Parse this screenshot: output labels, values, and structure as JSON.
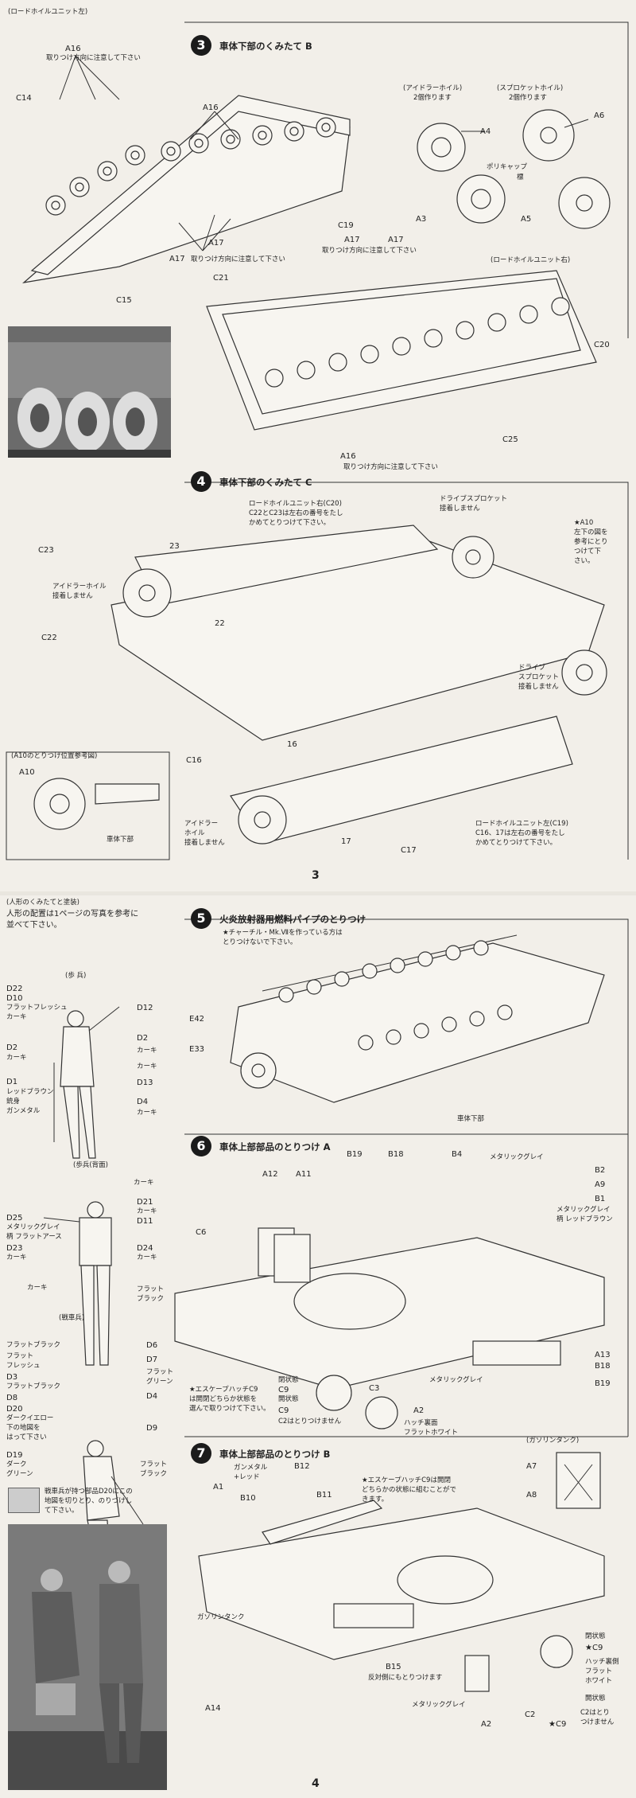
{
  "page3": {
    "page_number": "3",
    "road_wheel_unit_left_caption": "(ロードホイルユニット左)",
    "step3": {
      "number": "3",
      "title": "車体下部のくみたて B",
      "idler_caption": "(アイドラーホイル)",
      "idler_count": "2個作ります",
      "sprocket_caption": "(スプロケットホイル)",
      "sprocket_count": "2個作ります",
      "poly_cap": "ポリキャップ",
      "poly_cap_2": "標",
      "road_wheel_unit_right_caption": "(ロードホイルユニット右)",
      "attach_note": "取りつけ方向に注意して下さい",
      "labels": {
        "a16": "A16",
        "c14": "C14",
        "c15": "C15",
        "c19": "C19",
        "a17": "A17",
        "a4": "A4",
        "a6": "A6",
        "a3": "A3",
        "a5": "A5",
        "c21": "C21",
        "c20": "C20",
        "c25": "C25"
      }
    },
    "step4": {
      "number": "4",
      "title": "車体下部のくみたて C",
      "c20_note_1": "ロードホイルユニット右(C20)",
      "c20_note_2": "C22とC23は左右の番号をたし",
      "c20_note_3": "かめてとりつけて下さい。",
      "drive_sprocket_1": "ドライブスプロケット",
      "drive_sprocket_2": "接着しません",
      "a10_note_1": "★A10",
      "a10_note_2": "左下の図を",
      "a10_note_3": "参考にとり",
      "a10_note_4": "つけて下",
      "a10_note_5": "さい。",
      "idler_note_1": "アイドラーホイル",
      "idler_note_2": "接着しません",
      "drive_sprocket_b_1": "ドライブ",
      "drive_sprocket_b_2": "スプロケット",
      "drive_sprocket_b_3": "接着しません",
      "a10_position_caption": "(A10のとりつけ位置参考図)",
      "hull_lower": "車体下部",
      "idler_wheel_b_1": "アイドラー",
      "idler_wheel_b_2": "ホイル",
      "idler_wheel_b_3": "接着しません",
      "c19_note_1": "ロードホイルユニット左(C19)",
      "c19_note_2": "C16、17は左右の番号をたし",
      "c19_note_3": "かめてとりつけて下さい。",
      "labels": {
        "c23": "C23",
        "c22": "C22",
        "a10": "A10",
        "c16": "C16",
        "c17": "C17",
        "n23": "23",
        "n22": "22",
        "n16": "16",
        "n17": "17"
      }
    }
  },
  "page4": {
    "page_number": "4",
    "figures": {
      "title": "(人形のくみたてと塗装)",
      "intro_1": "人形の配置は1ページの写真を参考に",
      "intro_2": "並べて下さい。",
      "infantry": "(歩 兵)",
      "infantry_back": "(歩兵(背面)",
      "tank_crew": "(戦車兵)",
      "d20_note_1": "戦車兵が持つ部品D20にこの",
      "d20_note_2": "地図を切りとり、のりづけし",
      "d20_note_3": "て下さい。",
      "paint": {
        "d22": "D22",
        "d10": "D10",
        "flat_flesh": "フラットフレッシュ",
        "khaki": "カーキ",
        "d12": "D12",
        "d2": "D2",
        "d1": "D1",
        "red_brown": "レッドブラウン",
        "wood": "銃身",
        "gunmetal": "ガンメタル",
        "d13": "D13",
        "d4": "D4",
        "d25": "D25",
        "metallic_grey": "メタリックグレイ",
        "flat_earth": "柄 フラットアース",
        "d21": "D21",
        "d11": "D11",
        "d23": "D23",
        "d24": "D24",
        "flat_black": "フラットブラック",
        "d6": "D6",
        "d7": "D7",
        "d3": "D3",
        "d8": "D8",
        "d20": "D20",
        "dark_yellow": "ダークイエロー",
        "map_note_1": "下の地図を",
        "map_note_2": "はって下さい",
        "d9": "D9",
        "d19": "D19",
        "dark": "ダーク",
        "green": "グリーン",
        "flat": "フラット",
        "black": "ブラック",
        "flat_green_1": "フラット",
        "flat_green_2": "グリーン",
        "flat_flesh_2a": "フラット",
        "flat_flesh_2b": "フレッシュ"
      }
    },
    "step5": {
      "number": "5",
      "title": "火炎放射器用燃料パイプのとりつけ",
      "note_1": "★チャーチル・Mk.Ⅶを作っている方は",
      "note_2": "とりつけないで下さい。",
      "e42": "E42",
      "e33": "E33",
      "hull_lower": "車体下部"
    },
    "step6": {
      "number": "6",
      "title": "車体上部部品のとりつけ A",
      "labels": {
        "a12": "A12",
        "a11": "A11",
        "b19": "B19",
        "b18": "B18",
        "b4": "B4",
        "b2": "B2",
        "a9": "A9",
        "b1": "B1",
        "c6": "C6",
        "a13": "A13",
        "c3": "C3",
        "a2": "A2",
        "c9": "C9",
        "a7": "A7",
        "a8": "A8"
      },
      "metallic_grey": "メタリックグレイ",
      "metallic_grey_2": "メタリックグレイ",
      "red_brown_1": "メタリックグレイ",
      "red_brown_2": "柄 レッドブラウン",
      "escape_1": "★エスケープハッチC9",
      "escape_2": "は開閉どちらか状態を",
      "escape_3": "選んで取りつけて下さい。",
      "open": "閉状態",
      "closed": "開状態",
      "c2_note": "C2はとりつけません",
      "hatch_inner_1": "ハッチ裏面",
      "hatch_inner_2": "フラットホワイト",
      "jerrycan": "(ガソリンタンク)"
    },
    "step7": {
      "number": "7",
      "title": "車体上部部品のとりつけ B",
      "gunmetal_1": "ガンメタル",
      "gunmetal_2": "+レッド",
      "labels": {
        "b12": "B12",
        "a1": "A1",
        "b10": "B10",
        "b11": "B11",
        "a14": "A14",
        "b15": "B15",
        "a2": "A2",
        "c2": "C2",
        "c9": "★C9"
      },
      "escape_1": "★エスケープハッチC9は開閉",
      "escape_2": "どちらかの状態に組むことがで",
      "escape_3": "きます。",
      "jerrycan": "ガソリンタンク",
      "b15_note": "反対側にもとりつけます",
      "metallic_grey": "メタリックグレイ",
      "closed_state": "閉状態",
      "open_state": "開状態",
      "hatch_inner_1": "ハッチ裏側",
      "hatch_inner_2": "フラット",
      "hatch_inner_3": "ホワイト",
      "c2_note_1": "C2はとり",
      "c2_note_2": "つけません"
    }
  }
}
